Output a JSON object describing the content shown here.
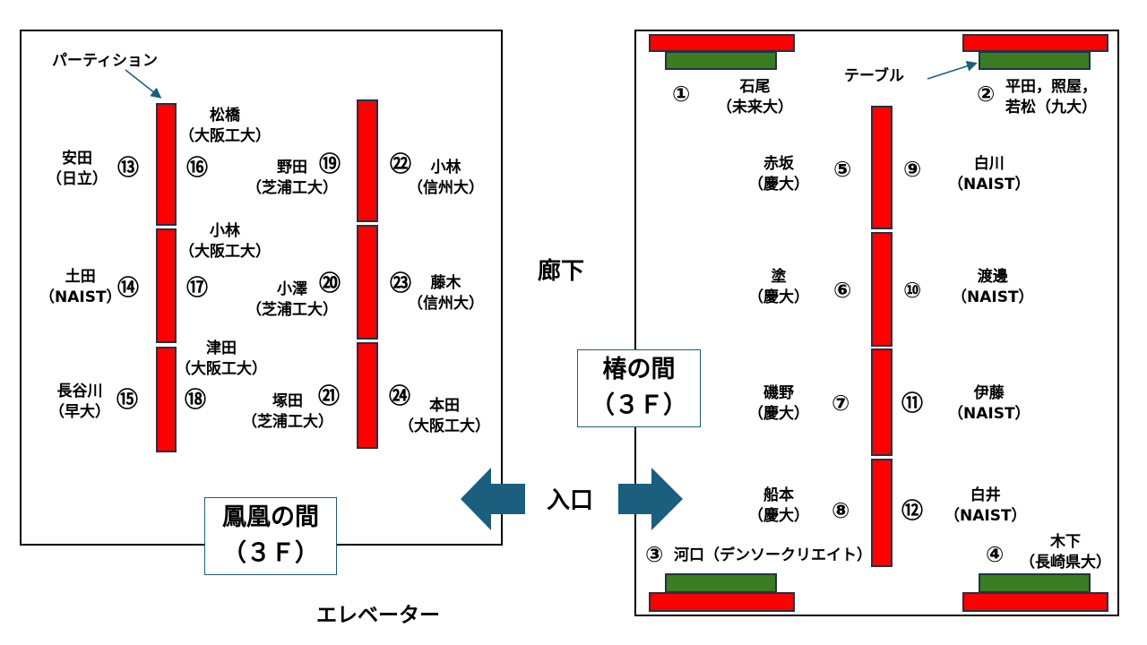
{
  "labels": {
    "partition": "パーティション",
    "table": "テーブル",
    "corridor": "廊下",
    "entrance": "入口",
    "elevator": "エレベーター"
  },
  "rooms": {
    "tsubaki": {
      "name": "椿の間",
      "floor": "（３Ｆ）"
    },
    "houou": {
      "name": "鳳凰の間",
      "floor": "（３Ｆ）"
    }
  },
  "seats": [
    {
      "num": "①",
      "name": "石尾",
      "affil": "（未来大）"
    },
    {
      "num": "②",
      "name": "平田，照屋，",
      "affil": "若松（九大）"
    },
    {
      "num": "③",
      "name": "河口（デンソークリエイト）",
      "affil": ""
    },
    {
      "num": "④",
      "name": "木下",
      "affil": "（長崎県大）"
    },
    {
      "num": "⑤",
      "name": "赤坂",
      "affil": "（慶大）"
    },
    {
      "num": "⑥",
      "name": "塗",
      "affil": "（慶大）"
    },
    {
      "num": "⑦",
      "name": "磯野",
      "affil": "（慶大）"
    },
    {
      "num": "⑧",
      "name": "船本",
      "affil": "（慶大）"
    },
    {
      "num": "⑨",
      "name": "白川",
      "affil": "（NAIST）"
    },
    {
      "num": "⑩",
      "name": "渡邊",
      "affil": "（NAIST）"
    },
    {
      "num": "⑪",
      "name": "伊藤",
      "affil": "（NAIST）"
    },
    {
      "num": "⑫",
      "name": "白井",
      "affil": "（NAIST）"
    },
    {
      "num": "⑬",
      "name": "安田",
      "affil": "（日立）"
    },
    {
      "num": "⑭",
      "name": "土田",
      "affil": "（NAIST）"
    },
    {
      "num": "⑮",
      "name": "長谷川",
      "affil": "（早大）"
    },
    {
      "num": "⑯",
      "name": "松橋",
      "affil": "（大阪工大）"
    },
    {
      "num": "⑰",
      "name": "小林",
      "affil": "（大阪工大）"
    },
    {
      "num": "⑱",
      "name": "津田",
      "affil": "（大阪工大）"
    },
    {
      "num": "⑲",
      "name": "野田",
      "affil": "（芝浦工大）"
    },
    {
      "num": "⑳",
      "name": "小澤",
      "affil": "（芝浦工大）"
    },
    {
      "num": "㉑",
      "name": "塚田",
      "affil": "（芝浦工大）"
    },
    {
      "num": "㉒",
      "name": "小林",
      "affil": "（信州大）"
    },
    {
      "num": "㉓",
      "name": "藤木",
      "affil": "（信州大）"
    },
    {
      "num": "㉔",
      "name": "本田",
      "affil": "（大阪工大）"
    }
  ],
  "colors": {
    "partition": "#ff0000",
    "table": "#3a7d22",
    "arrow": "#1b5e7e"
  }
}
